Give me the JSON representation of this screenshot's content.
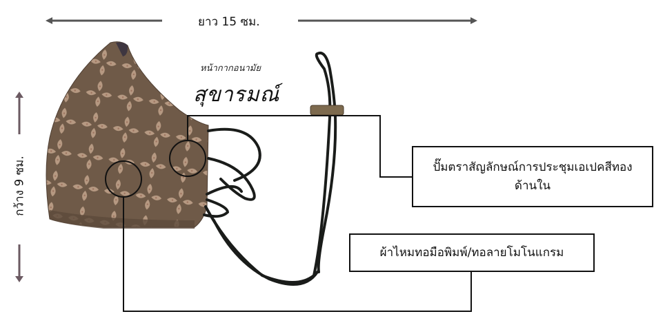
{
  "dimensions": {
    "length_label": "ยาว  15 ซม.",
    "width_label": "กว้าง 9 ซม."
  },
  "brand": {
    "subtitle": "หน้ากากอนามัย",
    "name": "สุขารมณ์"
  },
  "callouts": [
    {
      "line1": "ปั๊มตราสัญลักษณ์การประชุมเอเปคสีทอง",
      "line2": "ด้านใน"
    },
    {
      "line1": "ผ้าไหมทอมือพิมพ์/ทอลายโมโนแกรม"
    }
  ],
  "colors": {
    "fabric": "#6f5a48",
    "motif": "#c2a58c",
    "arrow_horizontal": "#555555",
    "arrow_vertical": "#6b5a62",
    "strap": "#1a1c1a",
    "toggle": "#7d6a4e"
  }
}
